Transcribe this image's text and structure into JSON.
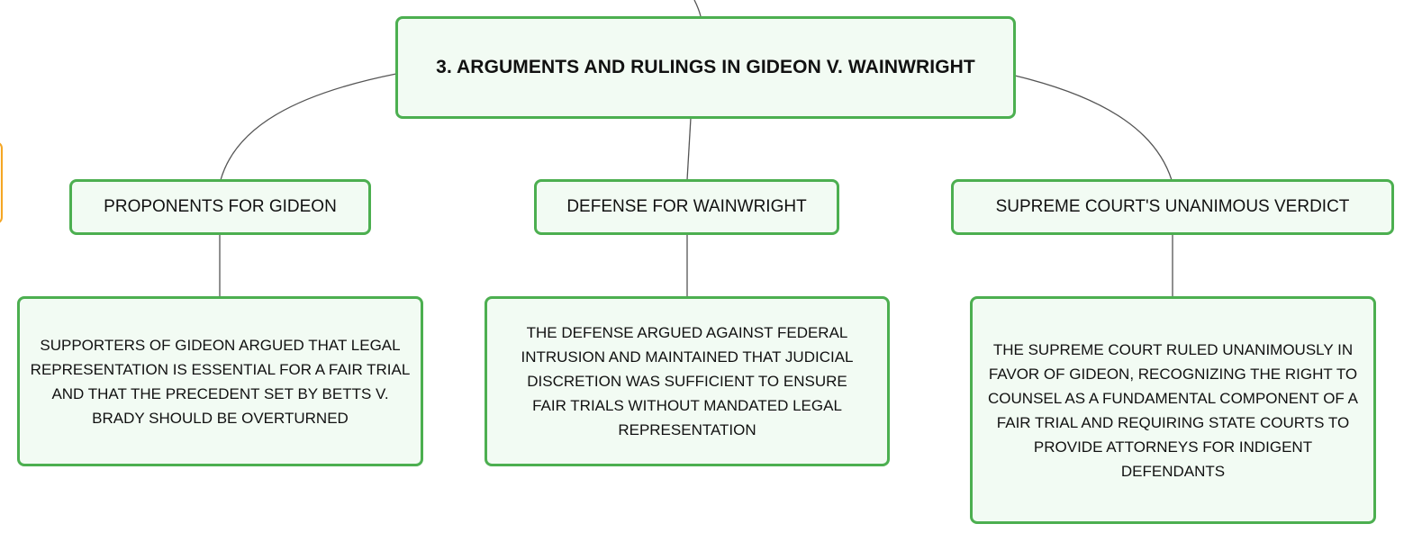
{
  "mindmap": {
    "root": {
      "label": "3. ARGUMENTS AND RULINGS IN GIDEON V. WAINWRIGHT"
    },
    "branches": [
      {
        "label": "PROPONENTS FOR GIDEON",
        "detail": "SUPPORTERS OF GIDEON ARGUED THAT LEGAL REPRESENTATION IS ESSENTIAL FOR A FAIR TRIAL AND THAT THE PRECEDENT SET BY BETTS V. BRADY SHOULD BE OVERTURNED"
      },
      {
        "label": "DEFENSE FOR WAINWRIGHT",
        "detail": "THE DEFENSE ARGUED AGAINST FEDERAL INTRUSION AND MAINTAINED THAT JUDICIAL DISCRETION WAS SUFFICIENT TO ENSURE FAIR TRIALS WITHOUT MANDATED LEGAL REPRESENTATION"
      },
      {
        "label": "SUPREME COURT'S UNANIMOUS VERDICT",
        "detail": "THE SUPREME COURT RULED UNANIMOUSLY IN FAVOR OF GIDEON, RECOGNIZING THE RIGHT TO COUNSEL AS A FUNDAMENTAL COMPONENT OF A FAIR TRIAL AND REQUIRING STATE COURTS TO PROVIDE ATTORNEYS FOR INDIGENT DEFENDANTS"
      }
    ]
  },
  "colors": {
    "node_border": "#4caf50",
    "node_fill": "#f2fbf3",
    "connector": "#555555",
    "offscreen_node_border": "#f5a623"
  }
}
